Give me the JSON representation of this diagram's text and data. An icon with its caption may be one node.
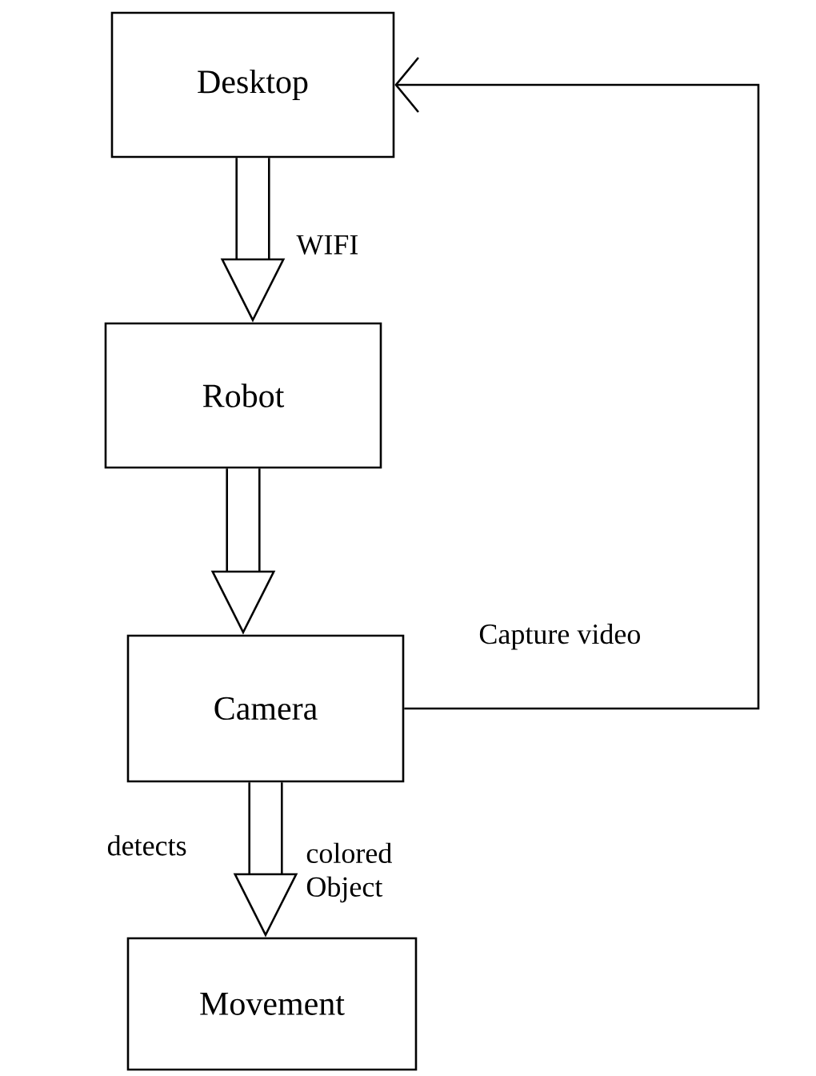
{
  "diagram": {
    "nodes": [
      {
        "text": [
          "Desktop"
        ]
      },
      {
        "text": [
          "Robot"
        ]
      },
      {
        "text": [
          "Camera"
        ]
      },
      {
        "text": [
          "Movement"
        ]
      }
    ],
    "edges": [
      {
        "from": 0,
        "to": 1,
        "arrow": "to",
        "label": "WIFI"
      },
      {
        "from": 1,
        "to": 2,
        "arrow": "to"
      },
      {
        "from": 2,
        "to": 3,
        "arrow": "to",
        "label": "detects"
      },
      {
        "from": 2,
        "to": 0,
        "arrow": "to",
        "label": "Capture video"
      }
    ],
    "labels": [
      "colored Object"
    ]
  }
}
